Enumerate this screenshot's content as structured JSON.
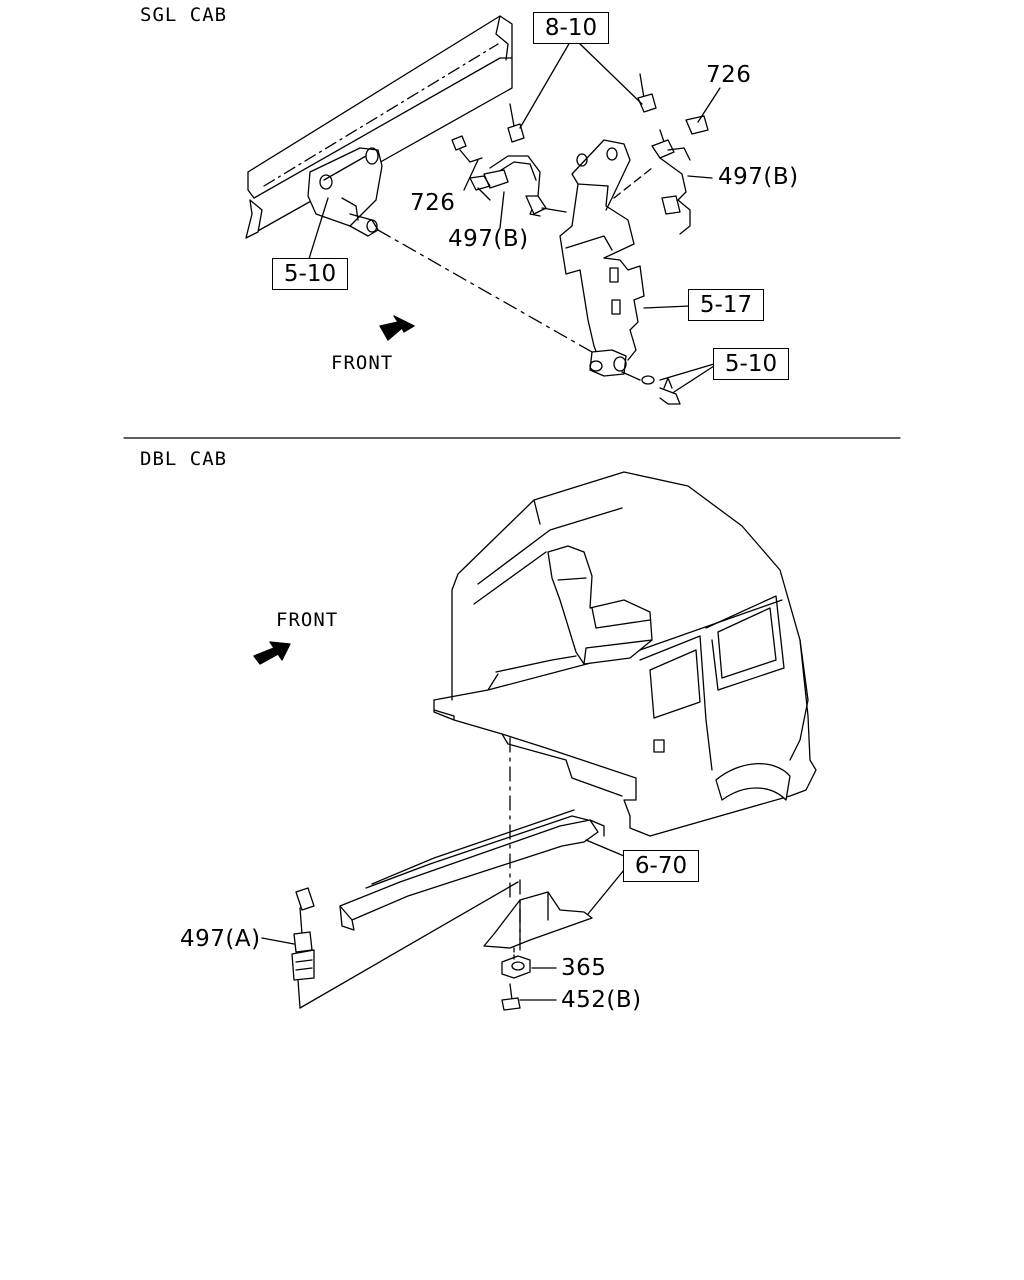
{
  "sections": {
    "top_title": "SGL CAB",
    "bottom_title": "DBL CAB"
  },
  "front_labels": {
    "top": "FRONT",
    "bottom": "FRONT"
  },
  "callouts": {
    "ref_8_10": "8-10",
    "part_726_a": "726",
    "part_726_b": "726",
    "part_497b_a": "497(B)",
    "part_497b_b": "497(B)",
    "ref_5_10_a": "5-10",
    "ref_5_17": "5-17",
    "ref_5_10_b": "5-10",
    "ref_6_70": "6-70",
    "part_497a": "497(A)",
    "part_365": "365",
    "part_452b": "452(B)"
  }
}
